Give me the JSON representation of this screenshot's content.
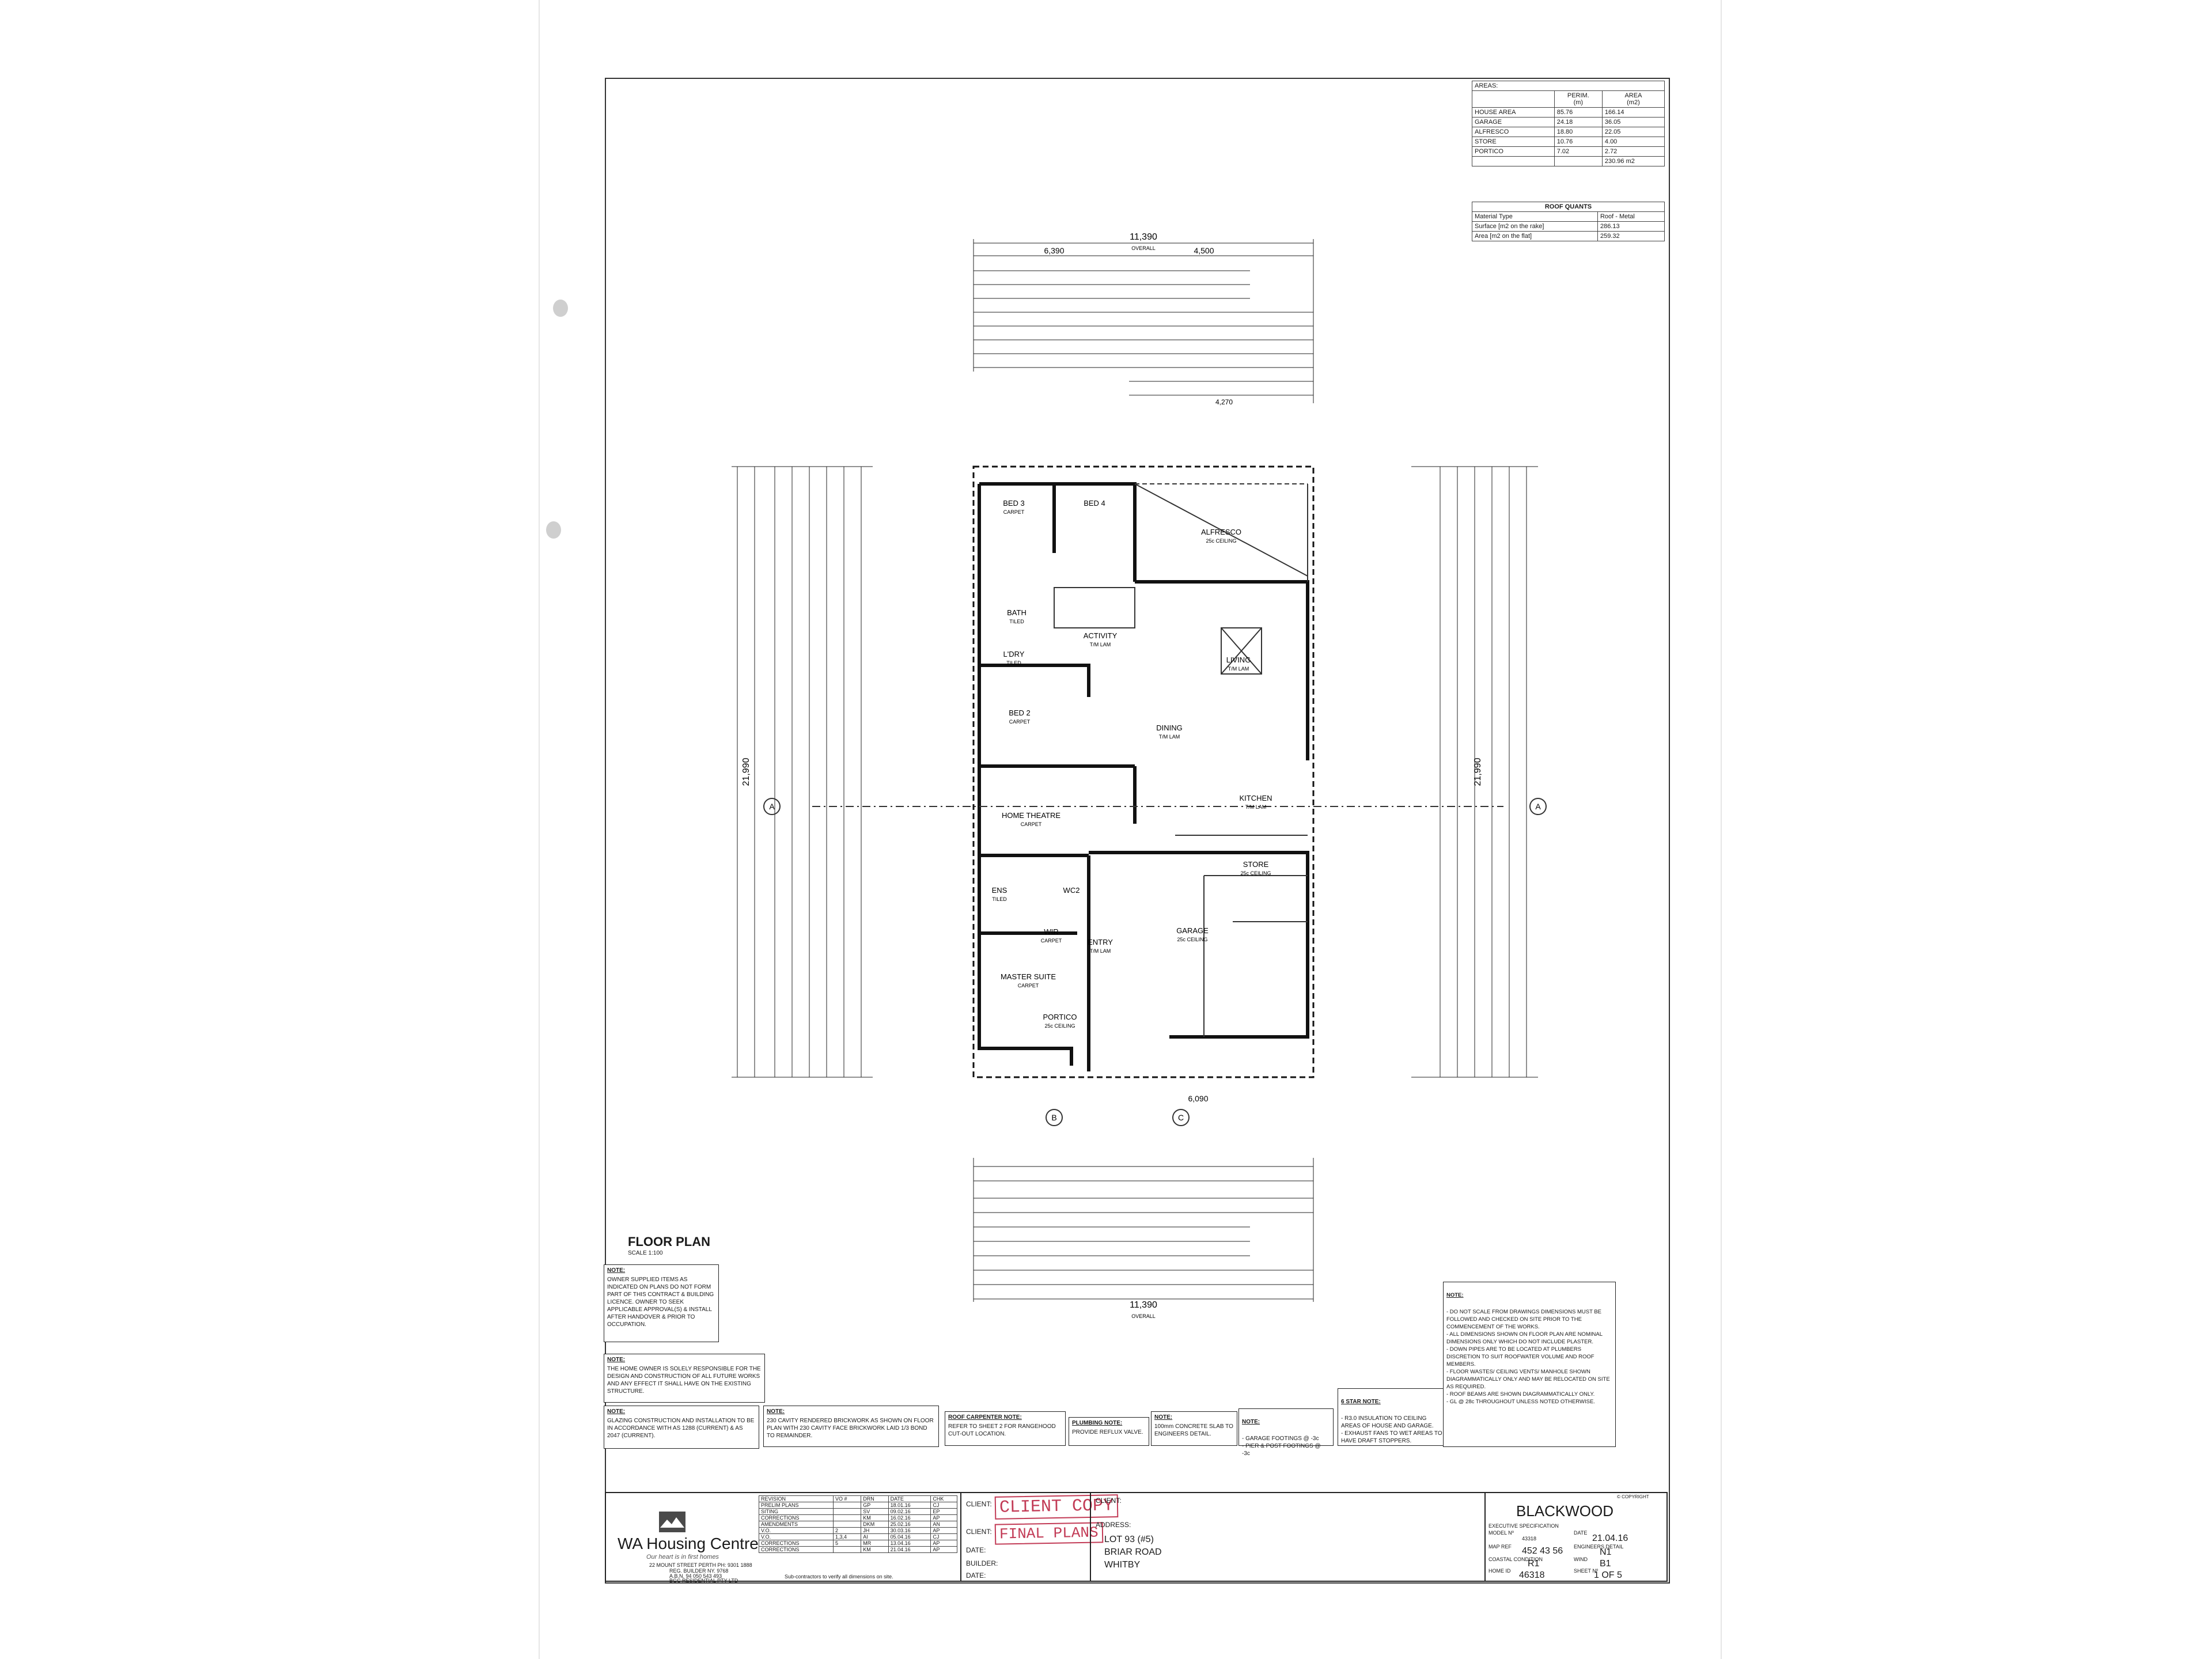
{
  "areas": {
    "title": "AREAS:",
    "h_perim": "PERIM.",
    "h_perim_unit": "(m)",
    "h_area": "AREA",
    "h_area_unit": "(m2)",
    "rows": [
      {
        "name": "HOUSE AREA",
        "perim": "85.76",
        "area": "166.14"
      },
      {
        "name": "GARAGE",
        "perim": "24.18",
        "area": "36.05"
      },
      {
        "name": "ALFRESCO",
        "perim": "18.80",
        "area": "22.05"
      },
      {
        "name": "STORE",
        "perim": "10.76",
        "area": "4.00"
      },
      {
        "name": "PORTICO",
        "perim": "7.02",
        "area": "2.72"
      }
    ],
    "total": "230.96 m2"
  },
  "roof_quants": {
    "title": "ROOF QUANTS",
    "h_material": "Material Type",
    "h_value": "Roof - Metal",
    "rows": [
      {
        "name": "Surface [m2 on the rake]",
        "value": "286.13"
      },
      {
        "name": "Area [m2 on the flat]",
        "value": "259.32"
      }
    ]
  },
  "floor_plan": {
    "title": "FLOOR PLAN",
    "scale": "SCALE 1:100"
  },
  "rooms": {
    "bed3": "BED 3",
    "bed3_f": "CARPET",
    "bed4": "BED 4",
    "alfresco": "ALFRESCO",
    "alfresco_f": "25c CEILING",
    "bath": "BATH",
    "bath_f": "TILED",
    "activity": "ACTIVITY",
    "activity_f": "T/M LAM",
    "living": "LIVING",
    "living_f": "T/M LAM",
    "ldry": "L'DRY",
    "ldry_f": "TILED",
    "bed2": "BED 2",
    "bed2_f": "CARPET",
    "dining": "DINING",
    "dining_f": "T/M LAM",
    "kitchen": "KITCHEN",
    "kitchen_f": "T/M LAM",
    "home_theatre": "HOME THEATRE",
    "home_theatre_f": "CARPET",
    "store": "STORE",
    "store_f": "25c CEILING",
    "ens": "ENS",
    "ens_f": "TILED",
    "wc2": "WC2",
    "wir": "WIR",
    "wir_f": "CARPET",
    "entry": "ENTRY",
    "entry_f": "T/M LAM",
    "garage": "GARAGE",
    "garage_f": "25c CEILING",
    "master_suite": "MASTER SUITE",
    "master_suite_f": "CARPET",
    "portico": "PORTICO",
    "portico_f": "25c CEILING"
  },
  "dims": {
    "overall_w": "11,390",
    "overall_label": "OVERALL",
    "d6390": "6,390",
    "d4500": "4,500",
    "overall_h": "21,990",
    "garage_store_overall": "6,090",
    "alfresco_overall": "4,270",
    "section_a": "A",
    "section_b": "B",
    "section_c": "C"
  },
  "notes": {
    "n1_h": "NOTE:",
    "n1": "OWNER SUPPLIED ITEMS AS INDICATED ON PLANS DO NOT FORM PART OF THIS CONTRACT & BUILDING LICENCE. OWNER TO SEEK APPLICABLE APPROVAL(S) & INSTALL AFTER HANDOVER & PRIOR TO OCCUPATION.",
    "n2_h": "NOTE:",
    "n2": "THE HOME OWNER IS SOLELY RESPONSIBLE FOR THE DESIGN AND CONSTRUCTION OF ALL FUTURE WORKS AND ANY EFFECT IT SHALL HAVE ON THE EXISTING STRUCTURE.",
    "n3_h": "NOTE:",
    "n3": "GLAZING CONSTRUCTION AND INSTALLATION TO BE IN ACCORDANCE WITH AS 1288 (CURRENT) & AS 2047 (CURRENT).",
    "n4_h": "NOTE:",
    "n4": "230 CAVITY RENDERED BRICKWORK AS SHOWN ON FLOOR PLAN WITH 230 CAVITY FACE BRICKWORK LAID 1/3 BOND TO REMAINDER.",
    "n5_h": "ROOF CARPENTER NOTE:",
    "n5": "REFER TO SHEET 2 FOR RANGEHOOD CUT-OUT LOCATION.",
    "n6_h": "PLUMBING NOTE:",
    "n6": "PROVIDE REFLUX VALVE.",
    "n7_h": "NOTE:",
    "n7": "100mm CONCRETE SLAB TO ENGINEERS DETAIL.",
    "n8_h": "NOTE:",
    "n8": "- GARAGE FOOTINGS @ -3c\n- PIER & POST FOOTINGS @ -3c",
    "n9_h": "6 STAR NOTE:",
    "n9": "- R3.0 INSULATION TO CEILING AREAS OF HOUSE AND GARAGE.\n- EXHAUST FANS TO WET AREAS TO HAVE DRAFT STOPPERS.",
    "n10_h": "NOTE:",
    "n10": "- DO NOT SCALE FROM DRAWINGS DIMENSIONS MUST BE FOLLOWED AND CHECKED ON SITE PRIOR TO THE COMMENCEMENT OF THE WORKS.\n- ALL DIMENSIONS SHOWN ON FLOOR PLAN ARE NOMINAL DIMENSIONS ONLY WHICH DO NOT INCLUDE PLASTER.\n- DOWN PIPES ARE TO BE LOCATED AT PLUMBERS DISCRETION TO SUIT ROOFWATER VOLUME AND ROOF MEMBERS.\n- FLOOR WASTES/ CEILING VENTS/ MANHOLE SHOWN DIAGRAMMATICALLY ONLY AND MAY BE RELOCATED ON SITE AS REQUIRED.\n- ROOF BEAMS ARE SHOWN DIAGRAMMATICALLY ONLY.\n- GL @ 28c THROUGHOUT UNLESS NOTED OTHERWISE."
  },
  "title_block": {
    "company": "WA Housing Centre",
    "tagline": "Our heart is in first homes",
    "address": "22 MOUNT STREET PERTH PH: 9301 1888",
    "reg": "REG. BUILDER NY. 9768",
    "abn": "A.B.N. 94 050 543 493",
    "bgc": "BGC RESIDENTIAL PTY LTD",
    "rev_h": {
      "rev": "REVISION",
      "vo": "VO #",
      "drn": "DRN",
      "date": "DATE",
      "chk": "CHK"
    },
    "revisions": [
      {
        "rev": "PRELIM PLANS",
        "vo": "",
        "drn": "GP",
        "date": "18.01.16",
        "chk": "CJ"
      },
      {
        "rev": "SITING",
        "vo": "",
        "drn": "SV",
        "date": "09.02.16",
        "chk": "EP"
      },
      {
        "rev": "CORRECTIONS",
        "vo": "",
        "drn": "KM",
        "date": "16.02.16",
        "chk": "AP"
      },
      {
        "rev": "AMENDMENTS",
        "vo": "",
        "drn": "DKM",
        "date": "25.02.16",
        "chk": "AN"
      },
      {
        "rev": "V.O.",
        "vo": "2",
        "drn": "JH",
        "date": "30.03.16",
        "chk": "AP"
      },
      {
        "rev": "V.O.",
        "vo": "1,3,4",
        "drn": "AI",
        "date": "05.04.16",
        "chk": "CJ"
      },
      {
        "rev": "CORRECTIONS",
        "vo": "5",
        "drn": "MR",
        "date": "13.04.16",
        "chk": "AP"
      },
      {
        "rev": "CORRECTIONS",
        "vo": "",
        "drn": "KM",
        "date": "21.04.16",
        "chk": "AP"
      }
    ],
    "sub_note": "Sub-contractors to verify all dimensions on site.",
    "client_label": "CLIENT:",
    "client_copy": "CLIENT COPY",
    "final_plans": "FINAL PLANS",
    "date_label": "DATE:",
    "builder_label": "BUILDER:",
    "client2_label": "CLIENT:",
    "address_label": "ADDRESS:",
    "lot": "LOT 93 (#5)",
    "road": "BRIAR ROAD",
    "suburb": "WHITBY",
    "design": "BLACKWOOD",
    "copyright": "© COPYRIGHT",
    "exec_spec": "EXECUTIVE SPECIFICATION",
    "model_no_l": "MODEL Nº",
    "model_no": "43318",
    "date_l": "DATE",
    "date": "21.04.16",
    "map_ref_l": "MAP REF",
    "map_ref": "452 43 56",
    "eng_l": "ENGINEERS DETAIL",
    "eng": "N1",
    "coastal_l": "COASTAL CONDITION",
    "coastal": "R1",
    "wind_l": "WIND",
    "wind": "B1",
    "home_id_l": "HOME ID",
    "home_id": "46318",
    "sheet_l": "SHEET Nº",
    "sheet": "1 OF 5"
  }
}
